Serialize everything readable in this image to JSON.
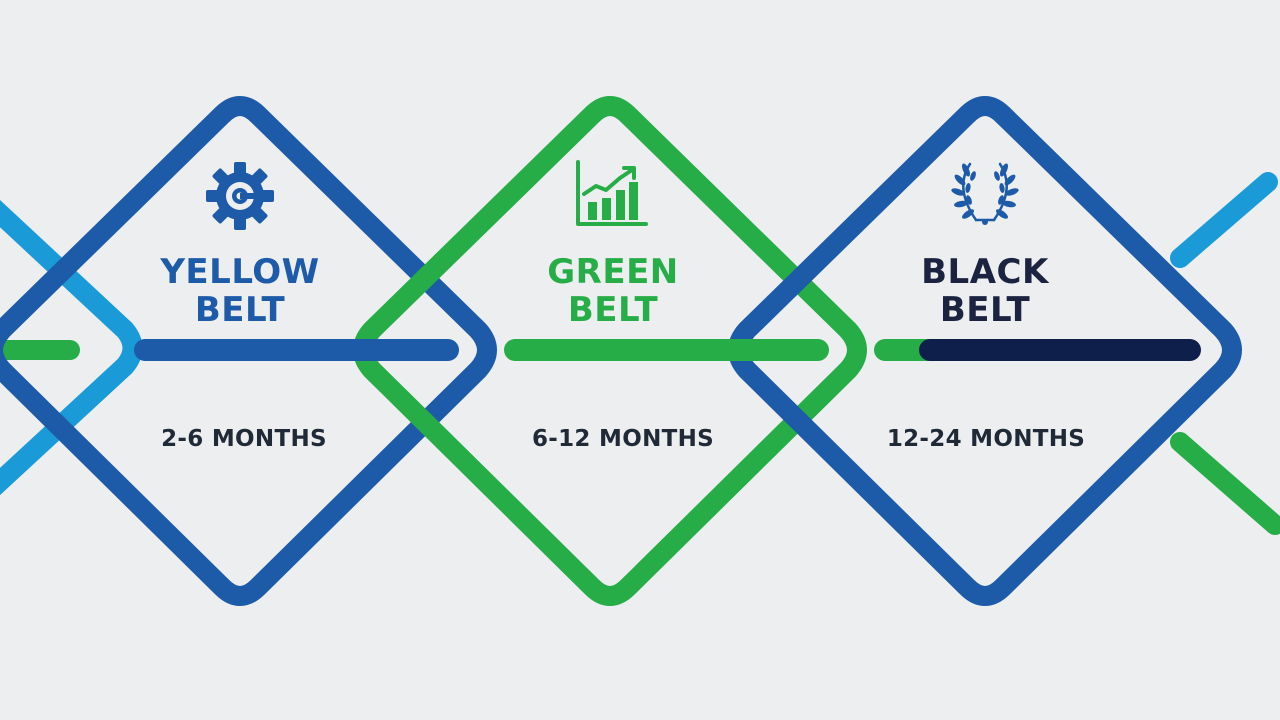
{
  "colors": {
    "background": "#eceef0",
    "blue": "#1d5aa8",
    "light_blue": "#1a9ad6",
    "green": "#27ad48",
    "navy": "#0d1f4a",
    "text_dark": "#1f2a36"
  },
  "stages": [
    {
      "title_line1": "YELLOW",
      "title_line2": "BELT",
      "duration": "2-6 MONTHS",
      "icon": "gear-icon",
      "title_color": "#1d5aa8",
      "frame_color": "#1d5aa8",
      "bar_color": "#1d5aa8"
    },
    {
      "title_line1": "GREEN",
      "title_line2": "BELT",
      "duration": "6-12 MONTHS",
      "icon": "growth-chart-icon",
      "title_color": "#27ad48",
      "frame_color": "#27ad48",
      "bar_color": "#27ad48"
    },
    {
      "title_line1": "BLACK",
      "title_line2": "BELT",
      "duration": "12-24 MONTHS",
      "icon": "laurel-wreath-icon",
      "title_color": "#1b2340",
      "frame_color": "#1d5aa8",
      "bar_color": "#0d1f4a"
    }
  ]
}
